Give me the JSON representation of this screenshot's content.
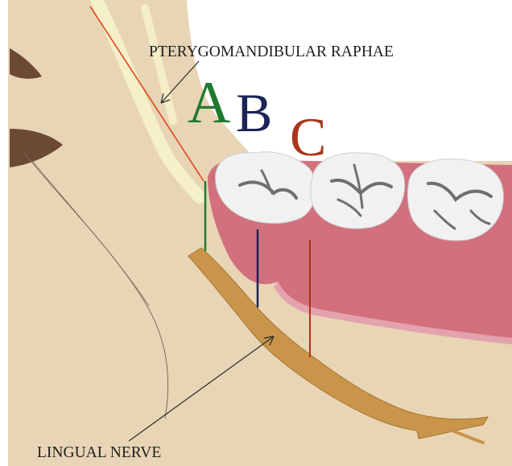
{
  "labels": {
    "raphae": "PTERYGOMANDIBULAR RAPHAE",
    "nerve": "LINGUAL NERVE",
    "a": "A",
    "b": "B",
    "c": "C"
  },
  "colors": {
    "background": "#ffffff",
    "tissue": "#e8d5b5",
    "tissue_shadow": "#d9c4a0",
    "gum": "#d2707e",
    "gum_light": "#e3a2ad",
    "tooth": "#f1f1f1",
    "tooth_groove": "#6f6f6f",
    "nerve": "#c8954b",
    "nerve_edge": "#a87632",
    "raphae_glow": "#f6f3c9",
    "raphae_line": "#e0451a",
    "line_a": "#1f7a2e",
    "line_b": "#1a2456",
    "line_c": "#a8361d",
    "dark_spot": "#6b4a34"
  }
}
